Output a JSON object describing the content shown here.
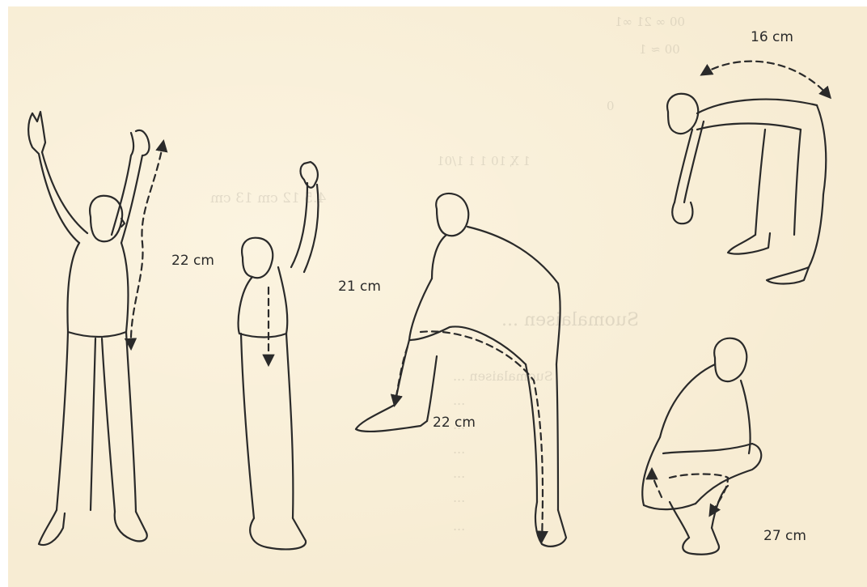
{
  "figures": [
    {
      "pose": "standing-arms-raised-front",
      "measurement": "22 cm"
    },
    {
      "pose": "standing-arms-raised-side",
      "measurement": "21 cm"
    },
    {
      "pose": "seated-knee-raised",
      "measurement": "22 cm"
    },
    {
      "pose": "forward-bend",
      "measurement": "16 cm"
    },
    {
      "pose": "deep-squat",
      "measurement": "27 cm"
    }
  ],
  "bleed_through_text": [
    "00 ∞  21 ∞1",
    "00 ≈ 1",
    "0",
    "1  Ҳ  10 1 1  1/01",
    "4.5  12 cm 13 cm",
    "Suomalaisen ... ",
    "Suomalaisen ...",
    "...",
    "...",
    "...",
    "...",
    "...",
    "..."
  ],
  "colors": {
    "paper": "#f7ecd3",
    "ink": "#2a2a2a"
  }
}
